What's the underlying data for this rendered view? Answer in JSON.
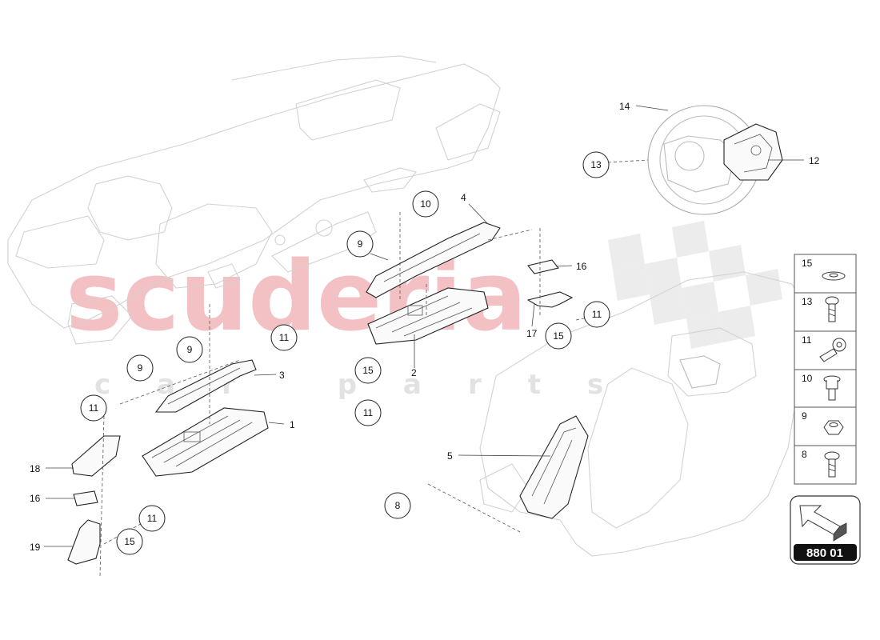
{
  "watermark": {
    "brand": "scuderia",
    "sub": "car parts"
  },
  "callouts": {
    "c1": "1",
    "c2": "2",
    "c3": "3",
    "c4": "4",
    "c5": "5",
    "c8": "8",
    "c9a": "9",
    "c9b": "9",
    "c9c": "9",
    "c10": "10",
    "c11a": "11",
    "c11b": "11",
    "c11c": "11",
    "c11d": "11",
    "c11e": "11",
    "c12": "12",
    "c13": "13",
    "c14": "14",
    "c15a": "15",
    "c15b": "15",
    "c15c": "15",
    "c16a": "16",
    "c16b": "16",
    "c17": "17",
    "c18": "18",
    "c19": "19"
  },
  "legend": {
    "rows": [
      "15",
      "13",
      "11",
      "10",
      "9",
      "8"
    ]
  },
  "badge": {
    "code": "880 01"
  }
}
